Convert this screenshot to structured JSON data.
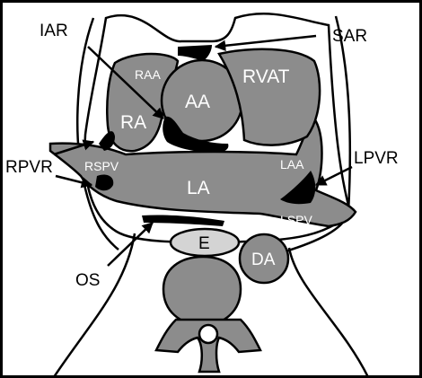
{
  "labels": {
    "iar": "IAR",
    "sar": "SAR",
    "raa": "RAA",
    "aa": "AA",
    "rvat": "RVAT",
    "ra": "RA",
    "rpvr": "RPVR",
    "rspv": "RSPV",
    "la": "LA",
    "laa": "LAA",
    "lpvr": "LPVR",
    "lspv": "LSPV",
    "e": "E",
    "da": "DA",
    "os": "OS"
  },
  "colors": {
    "structure_fill": "#8c8c8c",
    "esophagus_fill": "#d4d4d4",
    "recess_fill": "#000000",
    "outline": "#000000",
    "background": "#ffffff"
  }
}
